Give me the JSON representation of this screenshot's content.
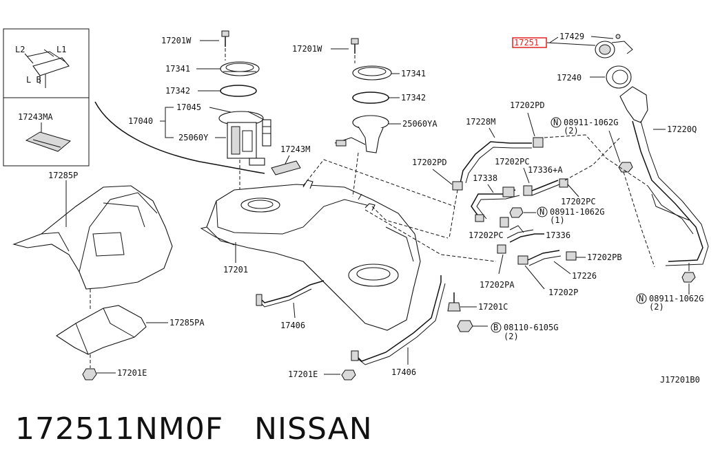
{
  "diagram": {
    "code": "J17201B0",
    "highlight_color": "#e02020",
    "labels": {
      "p17201w_a": "17201W",
      "p17341_a": "17341",
      "p17342_a": "17342",
      "p17045": "17045",
      "p17040": "17040",
      "p25060y": "25060Y",
      "p17243m": "17243M",
      "p17285p": "17285P",
      "p17285pa": "17285PA",
      "p17201e_a": "17201E",
      "p17201": "17201",
      "p17406_a": "17406",
      "p17201w_b": "17201W",
      "p17341_b": "17341",
      "p17342_b": "17342",
      "p25060ya": "25060YA",
      "p17201e_b": "17201E",
      "p17406_b": "17406",
      "p17201c": "17201C",
      "p08110": "08110-6105G",
      "q08110": "(2)",
      "p17228m": "17228M",
      "p17202pd_a": "17202PD",
      "p17202pd_b": "17202PD",
      "p17202pc_a": "17202PC",
      "p17338": "17338",
      "p17336a": "17336+A",
      "p17202pc_b": "17202PC",
      "p08911_a": "08911-1062G",
      "q08911_a": "(1)",
      "p17202pc_c": "17202PC",
      "p17336": "17336",
      "p17202pb": "17202PB",
      "p17226": "17226",
      "p17202pa": "17202PA",
      "p17202p": "17202P",
      "p08911_b": "08911-1062G",
      "q08911_b": "(2)",
      "p08911_c": "08911-1062G",
      "q08911_c": "(2)",
      "p17251": "17251",
      "p17429": "17429",
      "p17240": "17240",
      "p17220q": "17220Q",
      "inset_l1": "L1",
      "inset_l2": "L2",
      "inset_lb": "L B",
      "inset_17243ma": "17243MA",
      "circ_n": "N",
      "circ_b": "B"
    }
  },
  "footer": {
    "part_number": "172511NM0F",
    "brand": "NISSAN"
  }
}
